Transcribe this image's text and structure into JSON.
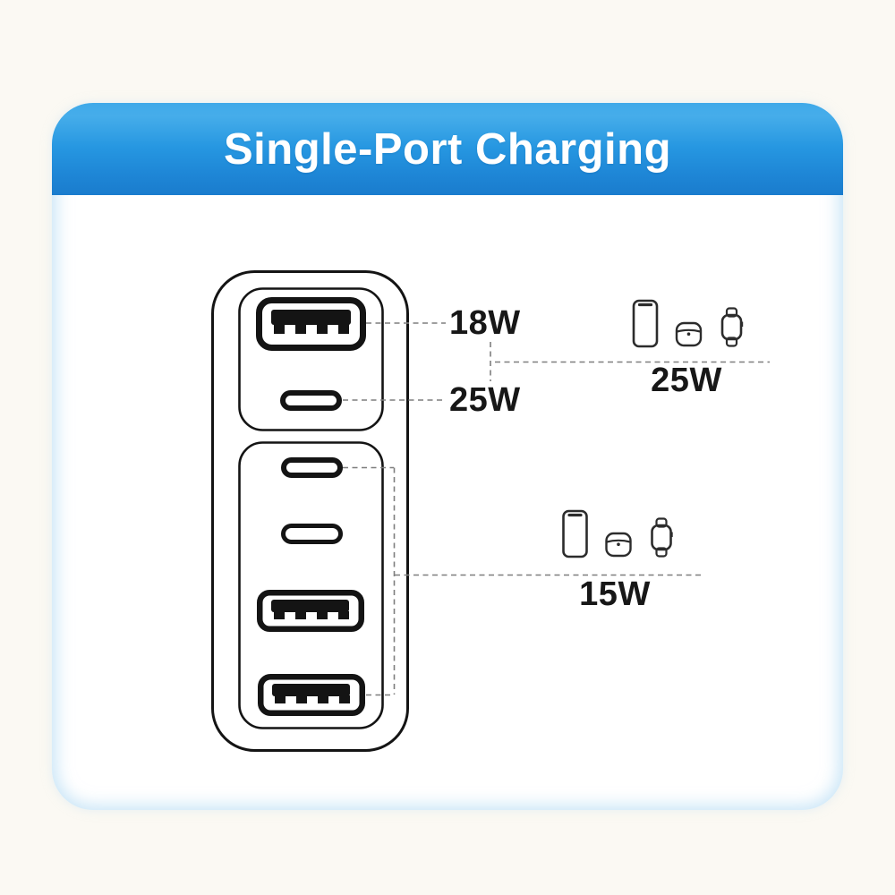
{
  "header": {
    "title": "Single-Port Charging"
  },
  "charger": {
    "description": "6-port wall charger, front view outline",
    "top_group_ports": [
      {
        "type": "USB-A",
        "wattage": "18W"
      },
      {
        "type": "USB-C",
        "wattage": "25W"
      }
    ],
    "bottom_group_ports": [
      {
        "type": "USB-C"
      },
      {
        "type": "USB-C"
      },
      {
        "type": "USB-A"
      },
      {
        "type": "USB-A"
      }
    ]
  },
  "callouts": {
    "usb_a_label": "18W",
    "usb_c_label": "25W",
    "devices_top": {
      "wattage": "25W",
      "devices": [
        "smartphone",
        "earbuds-case",
        "smartwatch"
      ]
    },
    "devices_bottom": {
      "wattage": "15W",
      "devices": [
        "smartphone",
        "earbuds-case",
        "smartwatch"
      ]
    }
  },
  "colors": {
    "header_gradient_top": "#3fa9e9",
    "header_gradient_bottom": "#1a7ccd",
    "title_text": "#ffffff",
    "outline": "#141414",
    "dash_line": "#7e7e7e",
    "label_text": "#171717",
    "card_glow": "#bfe2f5",
    "page_background": "#fbf9f3"
  }
}
